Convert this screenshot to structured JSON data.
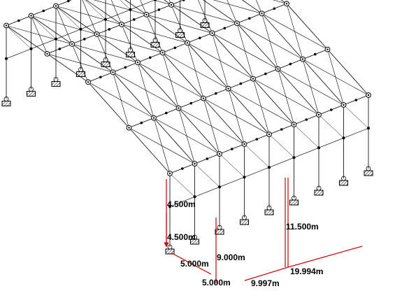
{
  "view": {
    "background_color": "#ffffff",
    "member_color": "#000000",
    "dimension_color": "#cc0000"
  },
  "dimensions": {
    "lower_height": "4.500m",
    "upper_height": "4.500m",
    "total_height": "9.000m",
    "ridge_height": "11.500m",
    "bay_width_front": "5.000m",
    "bay_width_back": "5.000m",
    "span_width": "9.997m",
    "length": "19.994m"
  },
  "icons": {
    "support": "fixed-support-icon",
    "node": "node-marker-icon",
    "load_arrow": "load-arrow-icon"
  }
}
